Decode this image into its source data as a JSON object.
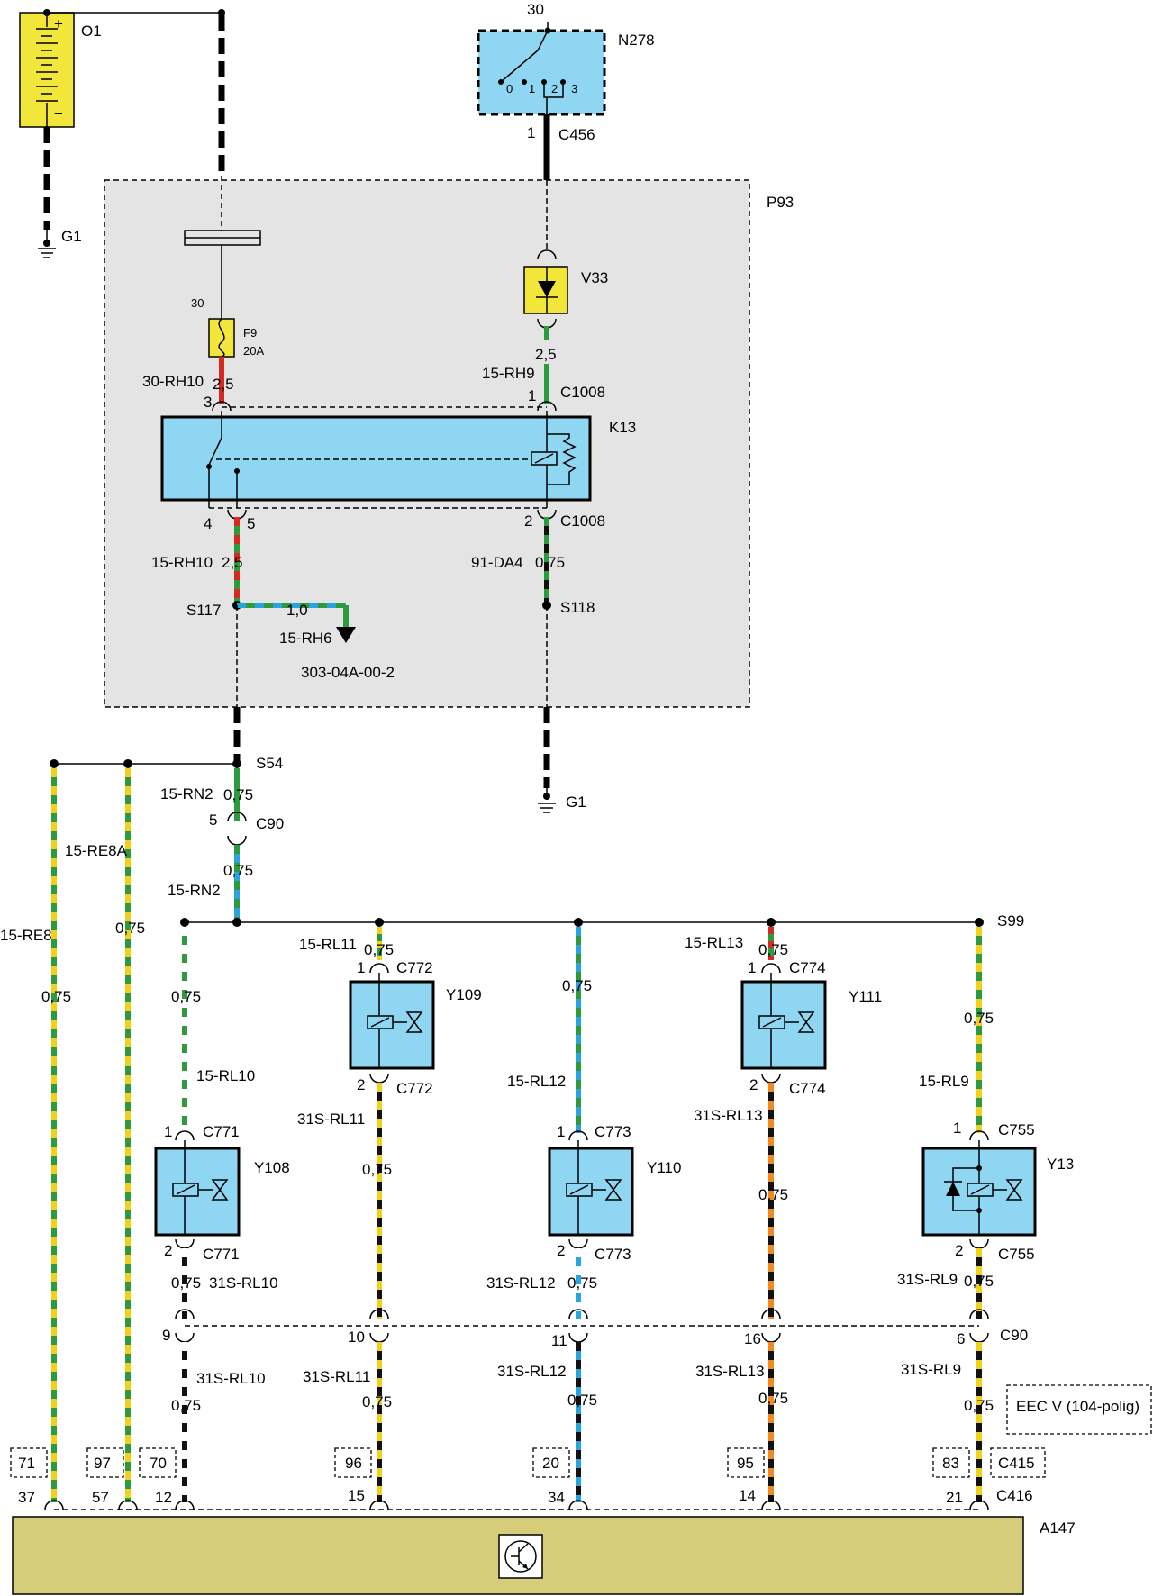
{
  "components": {
    "battery": "O1",
    "ignition_switch": "N278",
    "switch_terminal": "30",
    "switch_positions": [
      "0",
      "1",
      "2",
      "3"
    ],
    "fuse_box": "P93",
    "diode": "V33",
    "fuse": "F9",
    "fuse_rating": "20A",
    "fuse_terminal": "30",
    "relay": "K13",
    "valve_y108": "Y108",
    "valve_y109": "Y109",
    "valve_y110": "Y110",
    "valve_y111": "Y111",
    "valve_y13": "Y13",
    "ecu": "A147",
    "ecu_type": "EEC V (104-polig)"
  },
  "grounds": {
    "g1_top": "G1",
    "g1_mid": "G1"
  },
  "splices": {
    "s117": "S117",
    "s118": "S118",
    "s54": "S54",
    "s99": "S99"
  },
  "connectors": {
    "c456": "C456",
    "c1008_top": "C1008",
    "c1008_bottom": "C1008",
    "c90_top": "C90",
    "c90_bottom": "C90",
    "c771_top": "C771",
    "c771_bottom": "C771",
    "c772_top": "C772",
    "c772_bottom": "C772",
    "c773_top": "C773",
    "c773_bottom": "C773",
    "c774_top": "C774",
    "c774_bottom": "C774",
    "c755_top": "C755",
    "c755_bottom": "C755",
    "c416": "C416",
    "c415": "C415"
  },
  "pins": {
    "c456_pin": "1",
    "k13_3": "3",
    "k13_1": "1",
    "k13_4": "4",
    "k13_5": "5",
    "k13_2": "2",
    "c90_5": "5",
    "y108_1": "1",
    "y108_2": "2",
    "y109_1": "1",
    "y109_2": "2",
    "y110_1": "1",
    "y110_2": "2",
    "y111_1": "1",
    "y111_2": "2",
    "y13_1": "1",
    "y13_2": "2",
    "c90_9": "9",
    "c90_10": "10",
    "c90_11": "11",
    "c90_16": "16",
    "c90_6": "6",
    "ecu_37": "37",
    "ecu_57": "57",
    "ecu_12": "12",
    "ecu_15": "15",
    "ecu_34": "34",
    "ecu_14": "14",
    "ecu_21": "21",
    "eec_71": "71",
    "eec_97": "97",
    "eec_70": "70",
    "eec_96": "96",
    "eec_20": "20",
    "eec_95": "95",
    "eec_83": "83"
  },
  "wires": {
    "w30rh10": "30-RH10",
    "w15rh9": "15-RH9",
    "w15rh10": "15-RH10",
    "w91da4": "91-DA4",
    "w15rh6": "15-RH6",
    "ref": "303-04A-00-2",
    "w15rn2_a": "15-RN2",
    "w15rn2_b": "15-RN2",
    "w15re8a": "15-RE8A",
    "w15re8": "15-RE8",
    "w15rl11": "15-RL11",
    "w15rl13": "15-RL13",
    "w15rl10": "15-RL10",
    "w15rl12": "15-RL12",
    "w15rl9": "15-RL9",
    "w31srl11_a": "31S-RL11",
    "w31srl13_a": "31S-RL13",
    "w31srl10_a": "31S-RL10",
    "w31srl12_a": "31S-RL12",
    "w31srl9_a": "31S-RL9",
    "w31srl10_b": "31S-RL10",
    "w31srl11_b": "31S-RL11",
    "w31srl12_b": "31S-RL12",
    "w31srl13_b": "31S-RL13",
    "w31srl9_b": "31S-RL9"
  },
  "sizes": {
    "s_25_a": "2,5",
    "s_25_b": "2,5",
    "s_25_c": "2,5",
    "s_075_a": "0,75",
    "s_10": "1,0",
    "s_075_rn2a": "0,75",
    "s_075_rn2b": "0,75",
    "s_075_re8a": "0,75",
    "s_075_re8": "0,75",
    "s_075_rl10": "0,75",
    "s_075_rl11": "0,75",
    "s_075_rl12": "0,75",
    "s_075_rl13": "0,75",
    "s_075_rl9": "0,75",
    "s_075_y109b": "0,75",
    "s_075_y111b": "0,75",
    "s_075_y108b": "0,75",
    "s_075_y110b": "0,75",
    "s_075_y13b": "0,75",
    "s_075_e10": "0,75",
    "s_075_e11": "0,75",
    "s_075_e12": "0,75",
    "s_075_e13": "0,75",
    "s_075_e9": "0,75"
  },
  "colors": {
    "relay_fill": "#8fd6f3",
    "fuse_fill": "#f2e63a",
    "ecu_fill": "#d6cd7a",
    "frame_fill": "#e4e4e4",
    "wire_green": "#2e9a3e",
    "wire_yellow": "#f0d21e",
    "wire_red": "#d42a22",
    "wire_blue": "#2aa4de",
    "wire_black": "#111111",
    "wire_orange": "#f08a22",
    "wire_white": "#ffffff"
  }
}
